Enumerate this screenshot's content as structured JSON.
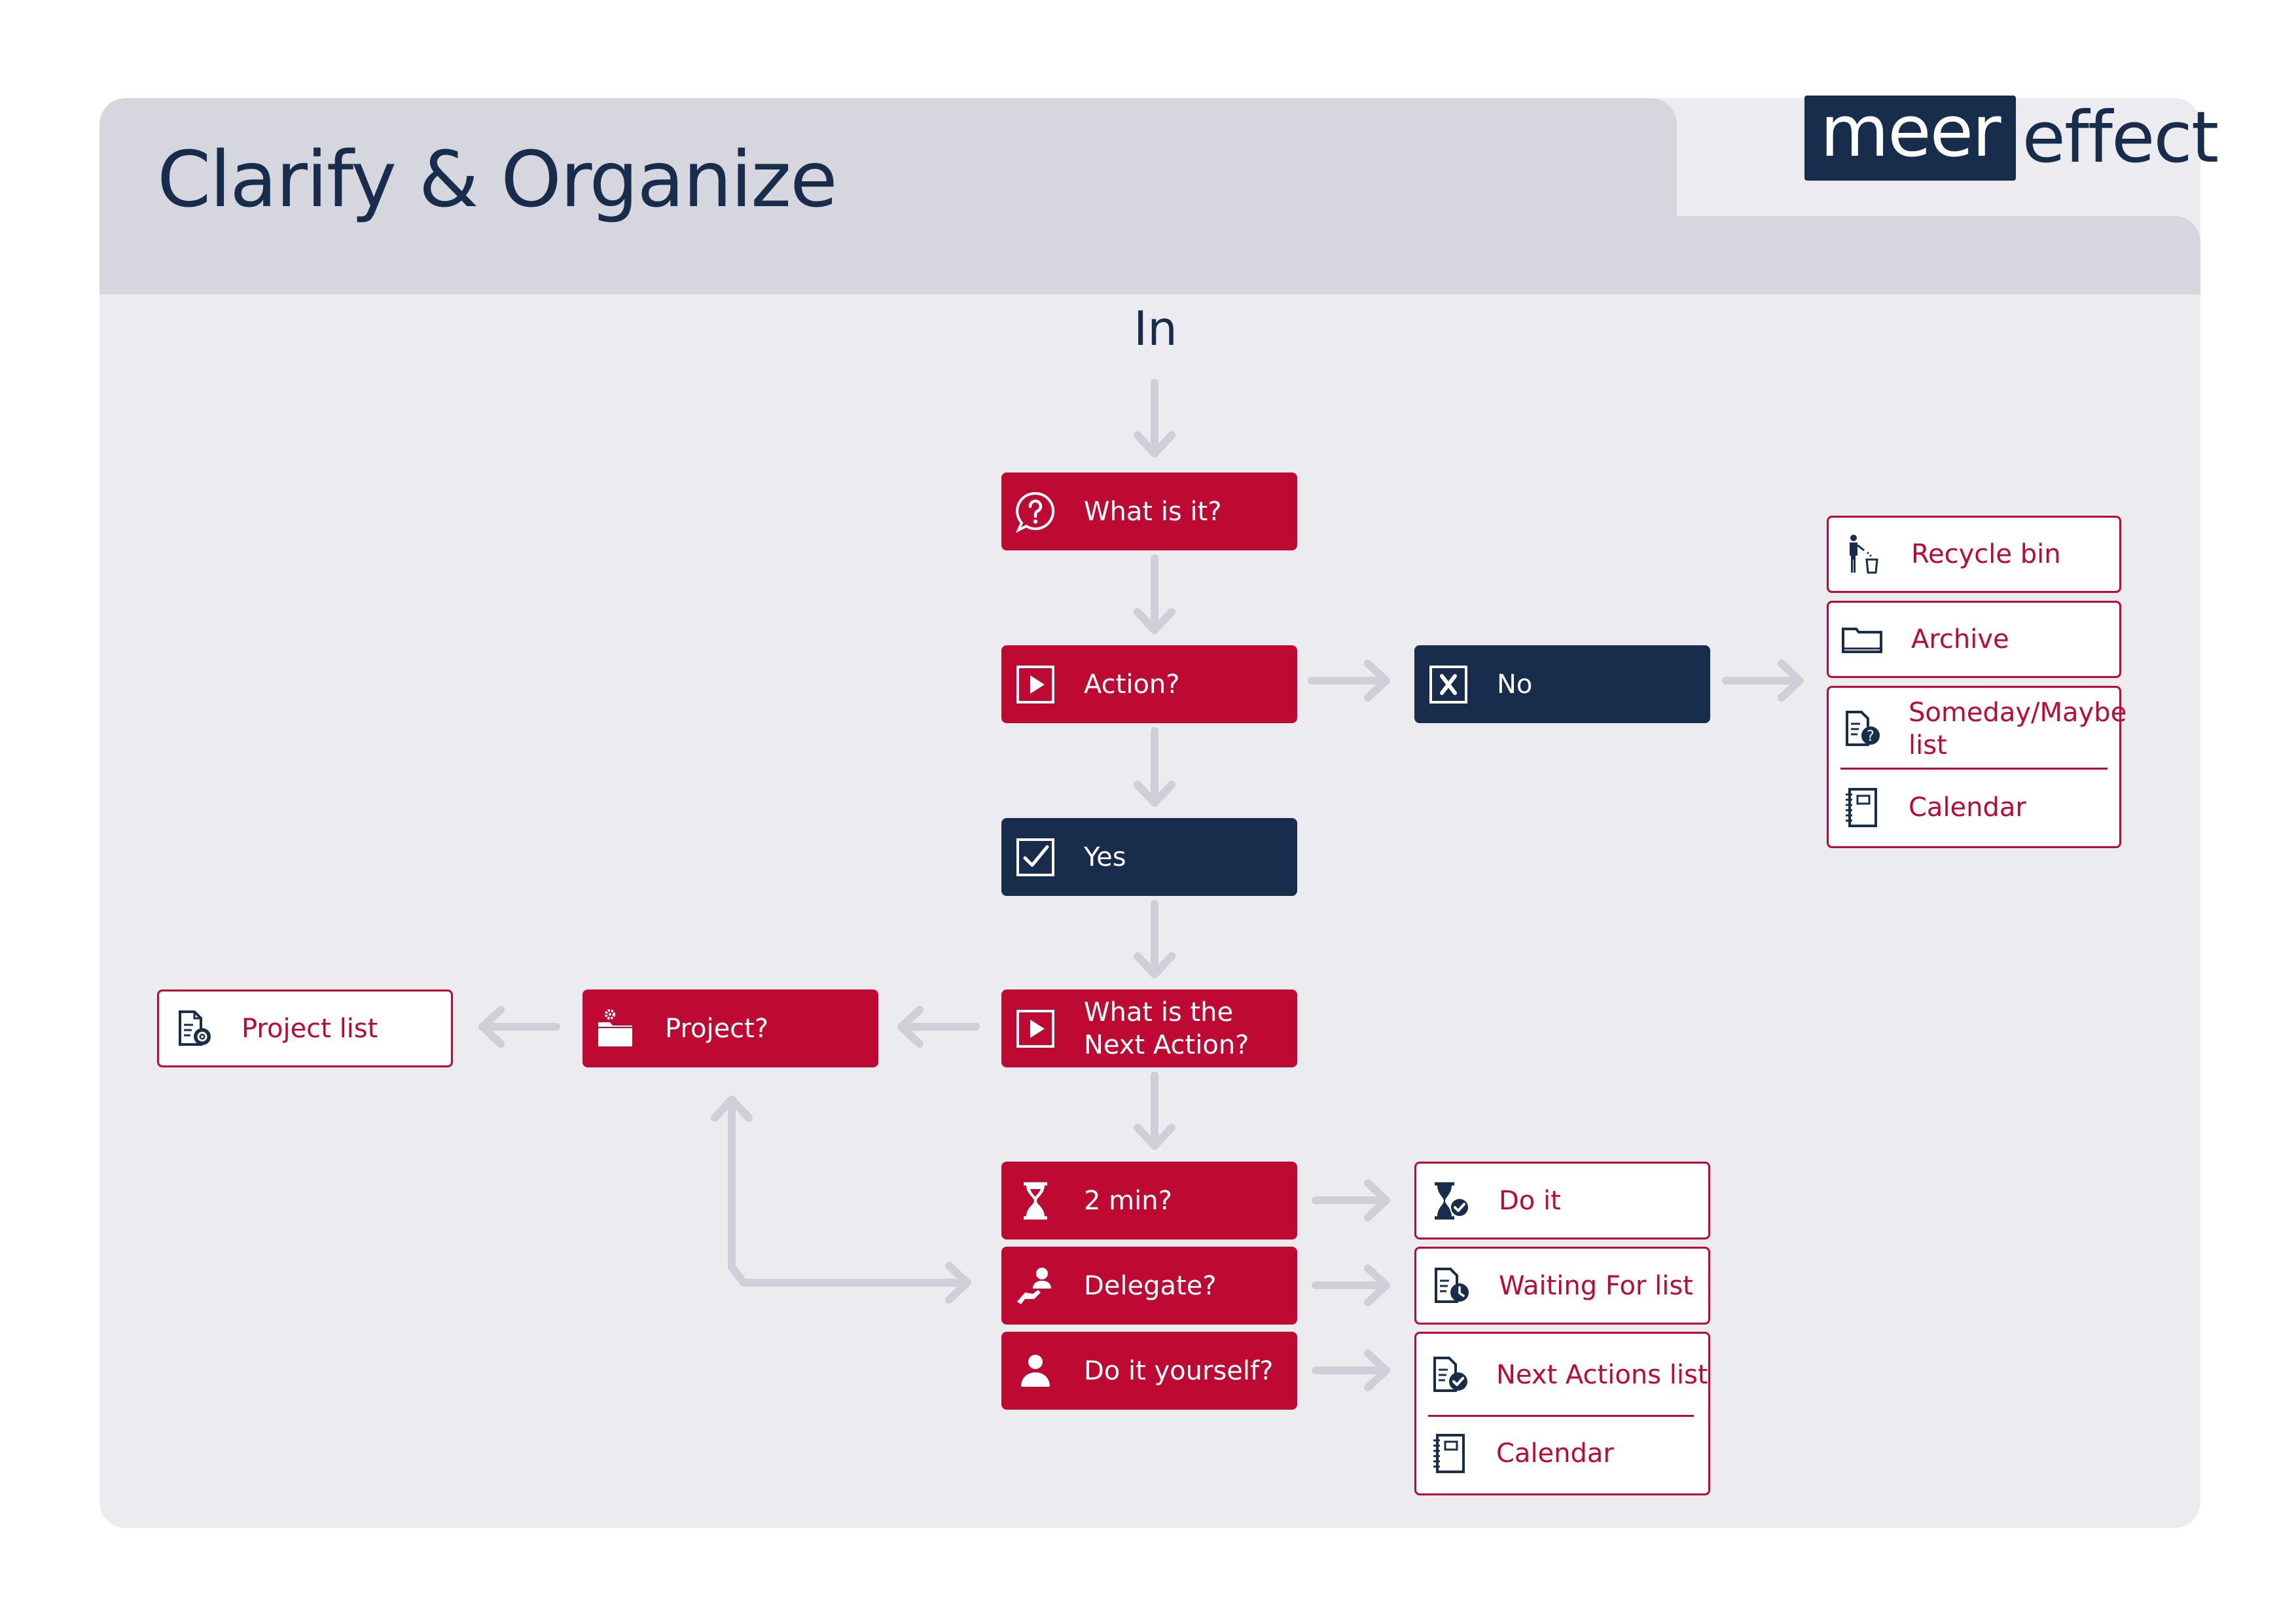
{
  "header": {
    "title": "Clarify & Organize"
  },
  "logo": {
    "part1": "meer",
    "part2": "effect"
  },
  "flow": {
    "in": "In",
    "what_is_it": "What is it?",
    "action": "Action?",
    "no": "No",
    "yes": "Yes",
    "next_action_line1": "What is the",
    "next_action_line2": "Next Action?",
    "project": "Project?",
    "project_list": "Project list",
    "two_min": "2 min?",
    "delegate": "Delegate?",
    "do_it_yourself": "Do it yourself?"
  },
  "no_outcomes": {
    "recycle_bin": "Recycle bin",
    "archive": "Archive",
    "someday_line1": "Someday/Maybe",
    "someday_line2": "list",
    "calendar": "Calendar"
  },
  "action_outcomes": {
    "do_it": "Do it",
    "waiting_for": "Waiting For list",
    "next_actions": "Next Actions list",
    "calendar": "Calendar"
  },
  "colors": {
    "red": "#be0a33",
    "navy": "#182c4b",
    "arrow": "#cfcfd9",
    "panel": "#ebebf0",
    "header": "#d6d6df"
  }
}
